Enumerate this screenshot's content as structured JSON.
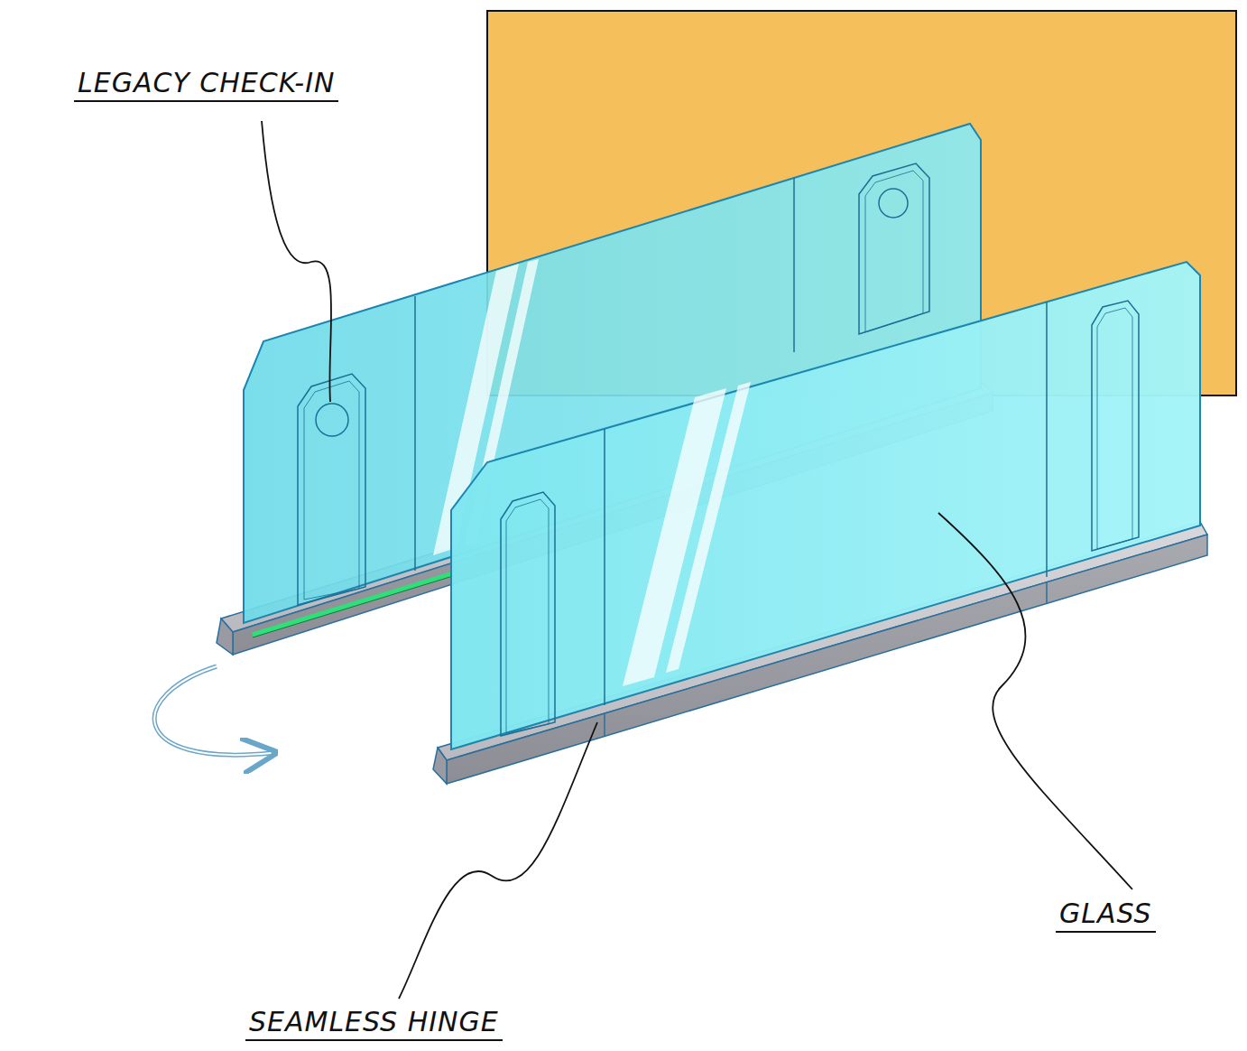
{
  "diagram": {
    "labels": [
      "LEGACY CHECK-IN",
      "GLASS",
      "SEAMLESS HINGE"
    ]
  }
}
